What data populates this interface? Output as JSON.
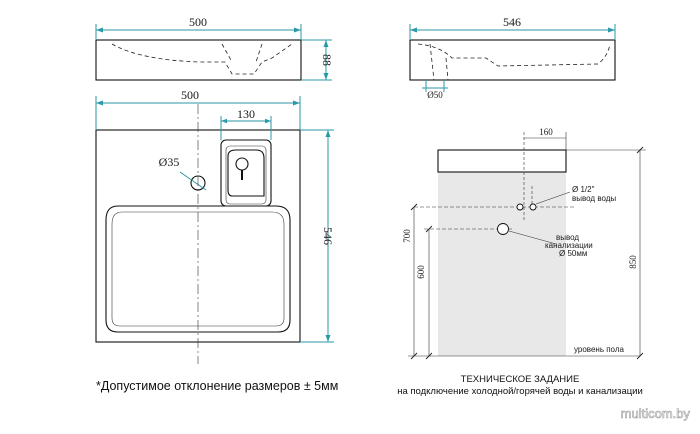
{
  "top_view": {
    "width": "500",
    "height": "88"
  },
  "side_view": {
    "width": "546",
    "outlet": "Ø50"
  },
  "plan_view": {
    "width": "500",
    "tap_width": "130",
    "hole": "Ø35",
    "depth": "546"
  },
  "install": {
    "offset": "160",
    "h700": "700",
    "h600": "600",
    "h850": "850",
    "water_line1": "Ø 1/2\"",
    "water_line2": "вывод воды",
    "drain_line1": "вывод",
    "drain_line2": "канализации",
    "drain_line3": "Ø 50мм",
    "floor": "уровень пола"
  },
  "captions": {
    "tolerance": "*Допустимое отклонение размеров ± 5мм",
    "spec_title": "ТЕХНИЧЕСКОЕ ЗАДАНИЕ",
    "spec_sub": "на подключение холодной/горячей воды и канализации"
  },
  "watermark": "multicom.by",
  "colors": {
    "dimension": "#2b9aa8",
    "outline": "#111111",
    "shading": "#e8e8e8"
  }
}
